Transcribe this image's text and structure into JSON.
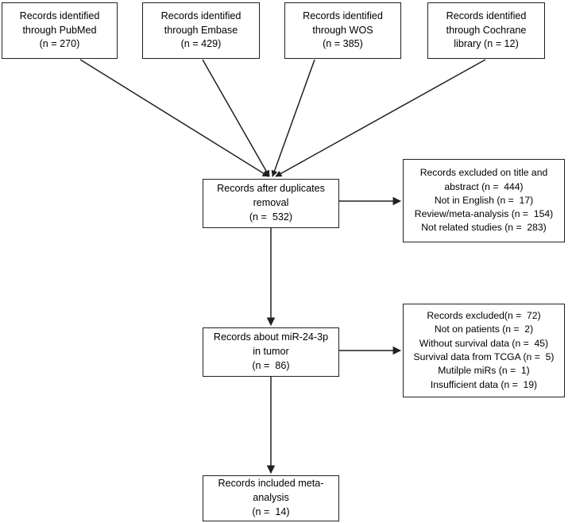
{
  "diagram": {
    "type": "prisma-flow-diagram",
    "stroke_color": "#231f20",
    "background_color": "#ffffff",
    "boxes": {
      "pubmed": {
        "name": "Records identified through PubMed",
        "lines": [
          "Records identified",
          "through PubMed",
          "(n = 270)"
        ],
        "count": 270
      },
      "embase": {
        "name": "Records identified through Embase",
        "lines": [
          "Records identified",
          "through Embase",
          "(n = 429)"
        ],
        "count": 429
      },
      "wos": {
        "name": "Records identified through WOS",
        "lines": [
          "Records identified",
          "through WOS",
          "(n = 385)"
        ],
        "count": 385
      },
      "cochrane": {
        "name": "Records identified through Cochrane library",
        "lines": [
          "Records identified",
          "through Cochrane",
          "library (n = 12)"
        ],
        "count": 12
      },
      "after_duplicates": {
        "name": "Records after duplicates removal",
        "lines": [
          "Records after duplicates",
          "removal",
          "(n =  532)"
        ],
        "count": 532
      },
      "excluded_title_abstract": {
        "name": "Records excluded on title and abstract",
        "lines": [
          "Records excluded on title and",
          "abstract (n =  444)",
          "Not in English (n =  17)",
          "Review/meta-analysis (n =  154)",
          "Not related studies (n =  283)"
        ],
        "total": 444,
        "reasons": [
          {
            "label": "Not in English",
            "n": 17
          },
          {
            "label": "Review/meta-analysis",
            "n": 154
          },
          {
            "label": "Not related studies",
            "n": 283
          }
        ]
      },
      "mir_in_tumor": {
        "name": "Records about miR-24-3p in tumor",
        "lines": [
          "Records about miR-24-3p",
          "in tumor",
          "(n =  86)"
        ],
        "count": 86
      },
      "excluded_eligibility": {
        "name": "Records excluded at eligibility",
        "lines": [
          "Records excluded(n =  72)",
          "Not on patients (n =  2)",
          "Without survival data (n =  45)",
          "Survival data from TCGA (n =  5)",
          "Mutilple miRs (n =  1)",
          "Insufficient data (n =  19)"
        ],
        "total": 72,
        "reasons": [
          {
            "label": "Not on patients",
            "n": 2
          },
          {
            "label": "Without survival data",
            "n": 45
          },
          {
            "label": "Survival data from TCGA",
            "n": 5
          },
          {
            "label": "Mutilple miRs",
            "n": 1
          },
          {
            "label": "Insufficient data",
            "n": 19
          }
        ]
      },
      "included": {
        "name": "Records included meta-analysis",
        "lines": [
          "Records included meta-",
          "analysis",
          "(n =  14)"
        ],
        "count": 14
      }
    }
  }
}
